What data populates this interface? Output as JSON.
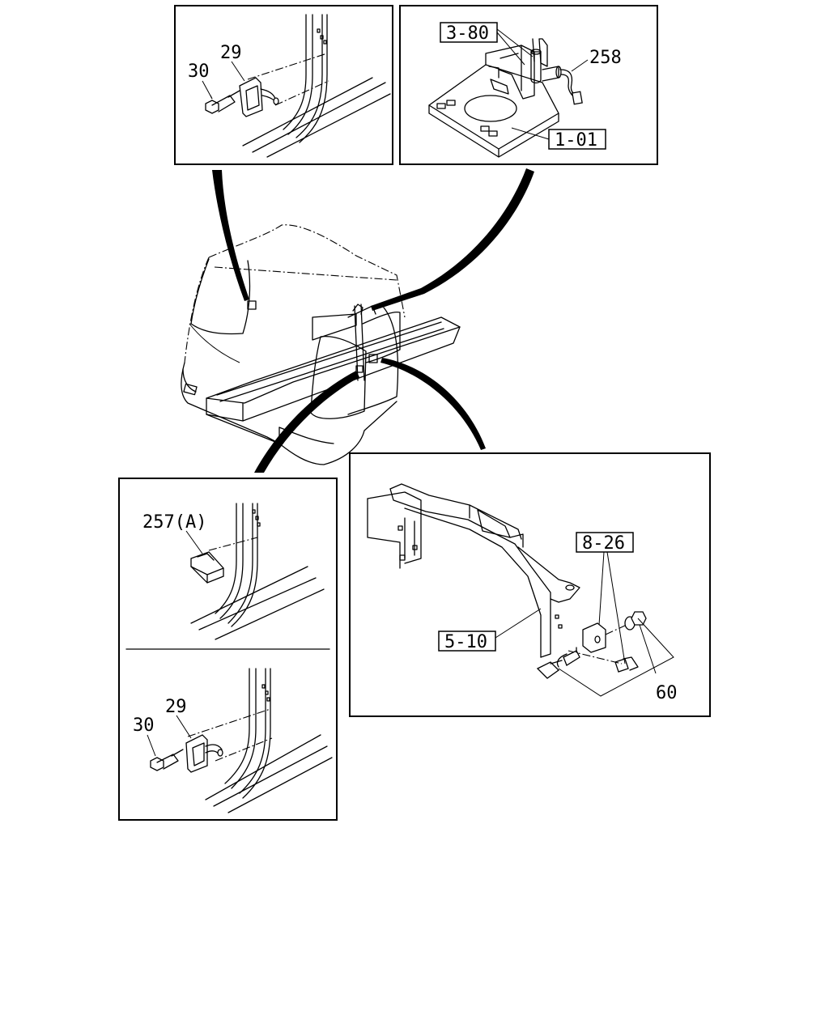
{
  "labels": {
    "panel_top_left": {
      "bolt": "30",
      "lamp": "29"
    },
    "panel_top_right": {
      "parts_boxed_1": "3-80",
      "sensor": "258",
      "parts_boxed_2": "1-01"
    },
    "panel_bottom_left_upper": {
      "reflector": "257(A)"
    },
    "panel_bottom_left_lower": {
      "bolt": "30",
      "lamp": "29"
    },
    "panel_bottom_right": {
      "parts_boxed_1": "8-26",
      "parts_boxed_2": "5-10",
      "nut": "60"
    }
  }
}
